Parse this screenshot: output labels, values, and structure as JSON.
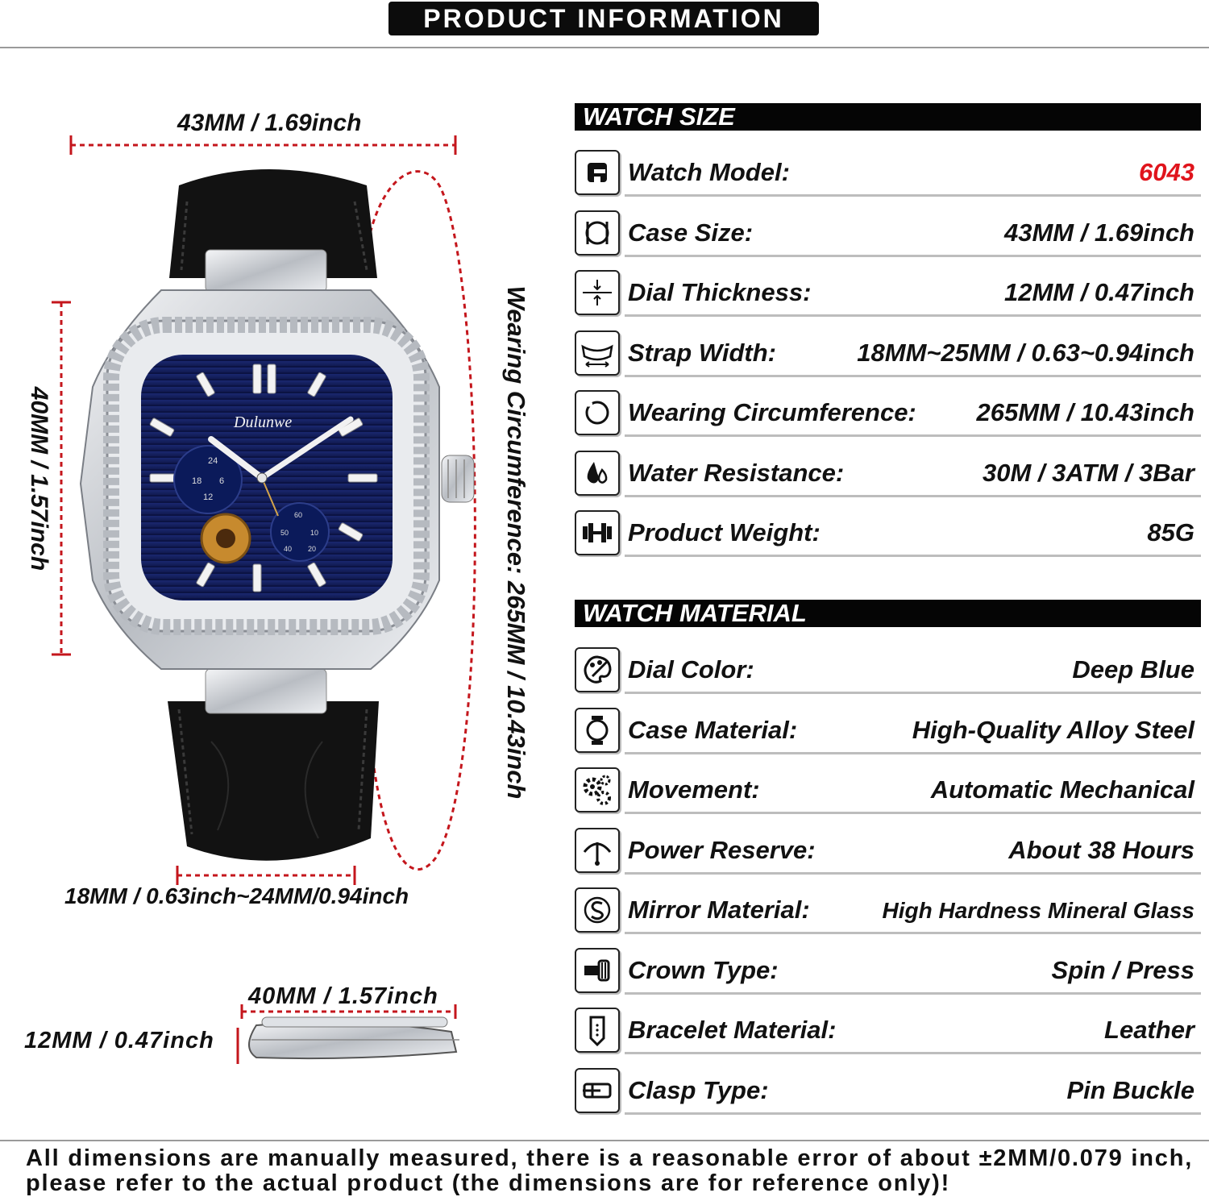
{
  "header": {
    "title": "PRODUCT INFORMATION"
  },
  "dimensions": {
    "case_width": "43MM / 1.69inch",
    "case_height": "40MM / 1.57inch",
    "wearing_circumference": "Wearing Circumference: 265MM / 10.43inch",
    "strap_width": "18MM / 0.63inch~24MM/0.94inch",
    "side_width": "40MM / 1.57inch",
    "side_thickness": "12MM / 0.47inch"
  },
  "watch": {
    "brand": "Dulunwe",
    "dial_color": "#1c2a73",
    "case_color": "#cfd3d8",
    "strap_color": "#111111"
  },
  "size_section": {
    "title": "WATCH SIZE",
    "rows": [
      {
        "icon": "model-icon",
        "label": "Watch Model:",
        "value": "6043",
        "highlight": true
      },
      {
        "icon": "case-size-icon",
        "label": "Case Size:",
        "value": "43MM / 1.69inch"
      },
      {
        "icon": "thickness-icon",
        "label": "Dial Thickness:",
        "value": "12MM / 0.47inch"
      },
      {
        "icon": "strap-width-icon",
        "label": "Strap Width:",
        "value": "18MM~25MM / 0.63~0.94inch"
      },
      {
        "icon": "circumference-icon",
        "label": "Wearing Circumference:",
        "value": "265MM / 10.43inch"
      },
      {
        "icon": "water-drop-icon",
        "label": "Water Resistance:",
        "value": "30M / 3ATM / 3Bar"
      },
      {
        "icon": "dumbbell-icon",
        "label": "Product Weight:",
        "value": "85G"
      }
    ]
  },
  "material_section": {
    "title": "WATCH MATERIAL",
    "rows": [
      {
        "icon": "palette-icon",
        "label": "Dial Color:",
        "value": "Deep Blue"
      },
      {
        "icon": "watch-case-icon",
        "label": "Case Material:",
        "value": "High-Quality Alloy Steel"
      },
      {
        "icon": "gears-icon",
        "label": "Movement:",
        "value": "Automatic Mechanical"
      },
      {
        "icon": "power-gauge-icon",
        "label": "Power Reserve:",
        "value": "About 38 Hours"
      },
      {
        "icon": "sapphire-icon",
        "label": "Mirror Material:",
        "value": "High Hardness Mineral Glass",
        "small": true
      },
      {
        "icon": "crown-icon",
        "label": "Crown Type:",
        "value": "Spin / Press"
      },
      {
        "icon": "bracelet-icon",
        "label": "Bracelet Material:",
        "value": "Leather"
      },
      {
        "icon": "buckle-icon",
        "label": "Clasp Type:",
        "value": "Pin Buckle"
      }
    ]
  },
  "footnote": "All dimensions are manually measured, there is a reasonable error of about ±2MM/0.079 inch, please refer to the actual product (the dimensions are for reference only)!"
}
